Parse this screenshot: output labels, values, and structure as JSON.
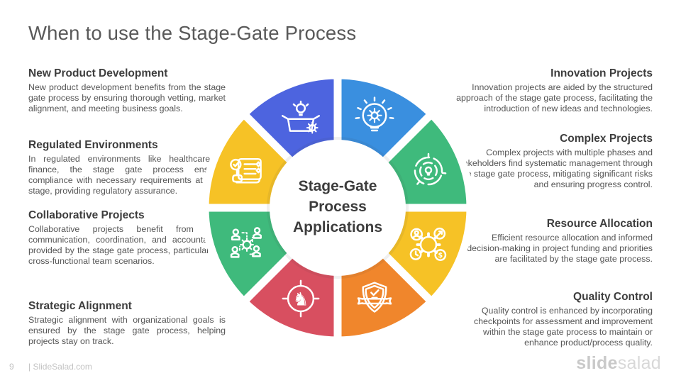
{
  "slide": {
    "title": "When to use the Stage-Gate Process",
    "footer": {
      "page_number": "9",
      "site": "| SlideSalad.com"
    },
    "logo": {
      "part1": "slide",
      "part2": "salad"
    }
  },
  "wheel": {
    "center_label": "Stage-Gate Process Applications",
    "segments": [
      {
        "name": "new-product-development",
        "color": "#4d64df",
        "icon": "box-launch-icon"
      },
      {
        "name": "innovation-projects",
        "color": "#3a8fdf",
        "icon": "bulb-gear-icon"
      },
      {
        "name": "complex-projects",
        "color": "#3fba7c",
        "icon": "maze-bulb-icon"
      },
      {
        "name": "resource-allocation",
        "color": "#f6c226",
        "icon": "gear-resources-icon"
      },
      {
        "name": "quality-control",
        "color": "#f0862c",
        "icon": "shield-check-icon"
      },
      {
        "name": "strategic-alignment",
        "color": "#d84f60",
        "icon": "knight-target-icon"
      },
      {
        "name": "collaborative-projects",
        "color": "#3fba7c",
        "icon": "team-network-icon"
      },
      {
        "name": "regulated-environments",
        "color": "#f6c226",
        "icon": "scroll-checklist-icon"
      }
    ]
  },
  "sections": {
    "left": [
      {
        "title": "New Product Development",
        "body": "New product development benefits from the stage gate process by ensuring thorough vetting, market alignment, and meeting business goals."
      },
      {
        "title": "Regulated Environments",
        "body": "In regulated environments like healthcare or finance, the stage gate process ensures compliance with necessary requirements at each stage, providing regulatory assurance."
      },
      {
        "title": "Collaborative Projects",
        "body": "Collaborative projects benefit from clear communication, coordination, and accountability provided by the stage gate process, particularly in cross-functional team scenarios."
      },
      {
        "title": "Strategic Alignment",
        "body": "Strategic alignment with organizational goals is ensured by the stage gate process, helping projects stay on track."
      }
    ],
    "right": [
      {
        "title": "Innovation Projects",
        "body": "Innovation projects are aided by the structured approach of the stage gate process, facilitating the introduction of new ideas and technologies."
      },
      {
        "title": "Complex Projects",
        "body": "Complex projects with multiple phases and stakeholders find systematic management through the stage gate process, mitigating significant risks and ensuring progress control."
      },
      {
        "title": "Resource Allocation",
        "body": "Efficient resource allocation and informed decision-making in project funding and priorities are facilitated by the stage gate process."
      },
      {
        "title": "Quality Control",
        "body": "Quality control is enhanced by incorporating checkpoints for assessment and improvement within the stage gate process to maintain or enhance product/process quality."
      }
    ]
  }
}
